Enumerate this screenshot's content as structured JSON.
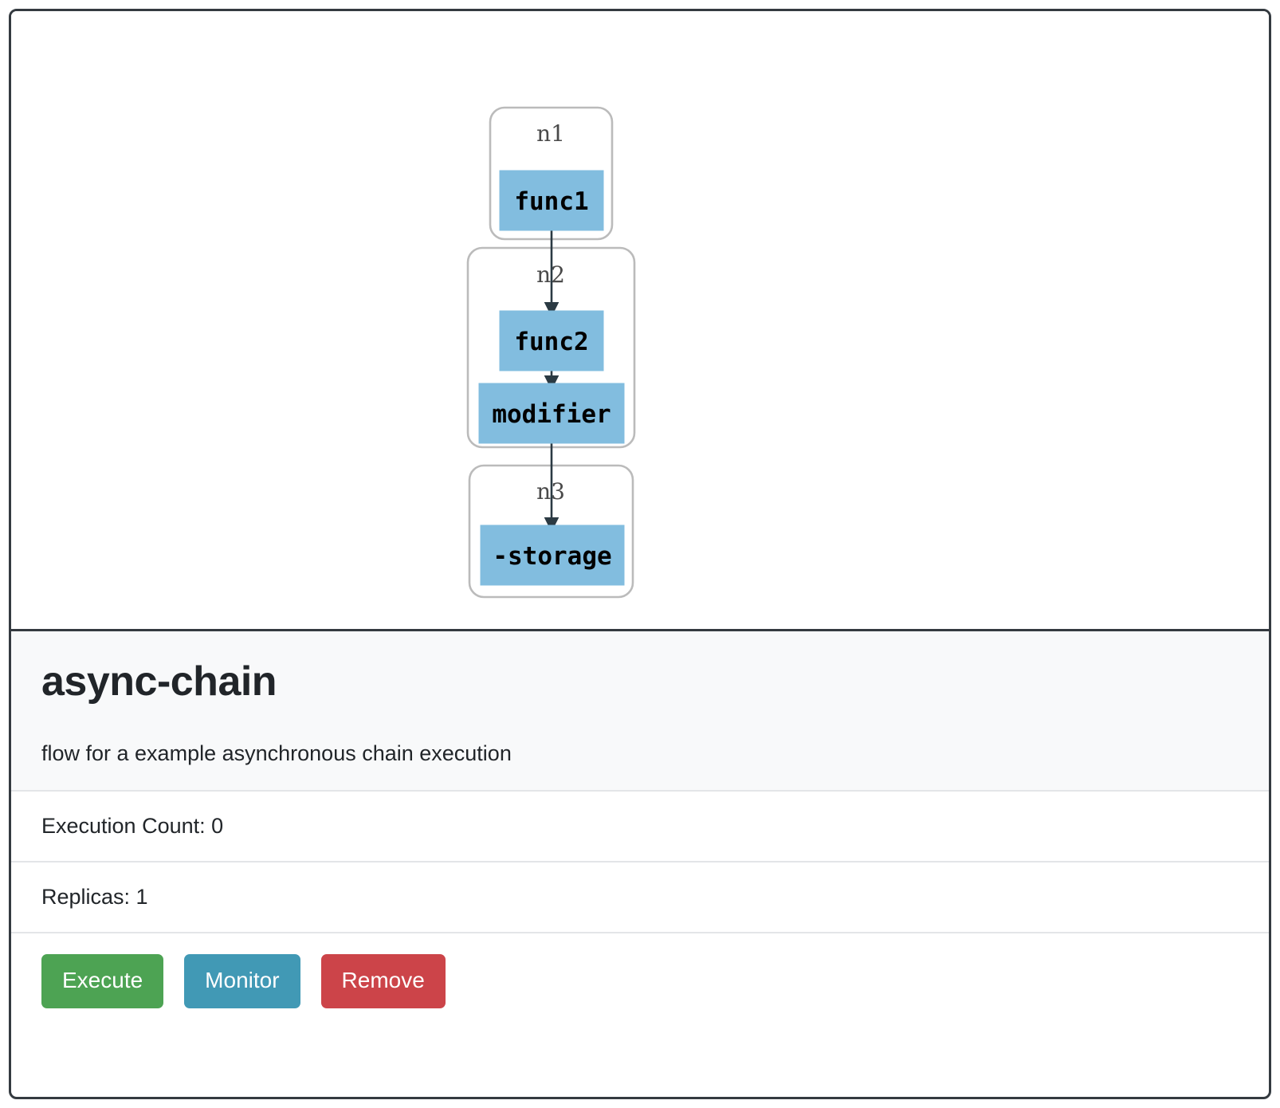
{
  "card": {
    "title": "async-chain",
    "subtitle": "flow for a example asynchronous chain execution",
    "list_items": [
      {
        "label": "Execution Count: 0"
      },
      {
        "label": "Replicas: 1"
      }
    ],
    "buttons": [
      {
        "label": "Execute",
        "color": "#4da353",
        "name": "execute-button"
      },
      {
        "label": "Monitor",
        "color": "#4199b5",
        "name": "monitor-button"
      },
      {
        "label": "Remove",
        "color": "#cc4449",
        "name": "remove-button"
      }
    ]
  },
  "graph": {
    "type": "flow-diagram",
    "direction": "top-to-bottom",
    "node_fill": "#82bddf",
    "node_stroke": "#82bddf",
    "cluster_stroke": "#bbbbbb",
    "edge_color": "#2b3a43",
    "clusters": [
      {
        "id": "n1",
        "label": "n1",
        "nodes": [
          "func1"
        ]
      },
      {
        "id": "n2",
        "label": "n2",
        "nodes": [
          "func2",
          "modifier"
        ]
      },
      {
        "id": "n3",
        "label": "n3",
        "nodes": [
          "-storage"
        ]
      }
    ],
    "nodes": [
      {
        "id": "func1",
        "label": "func1",
        "cluster": "n1"
      },
      {
        "id": "func2",
        "label": "func2",
        "cluster": "n2"
      },
      {
        "id": "modifier",
        "label": "modifier",
        "cluster": "n2"
      },
      {
        "id": "storage",
        "label": "-storage",
        "cluster": "n3"
      }
    ],
    "edges": [
      {
        "from": "func1",
        "to": "func2"
      },
      {
        "from": "func2",
        "to": "modifier"
      },
      {
        "from": "modifier",
        "to": "-storage"
      }
    ]
  }
}
